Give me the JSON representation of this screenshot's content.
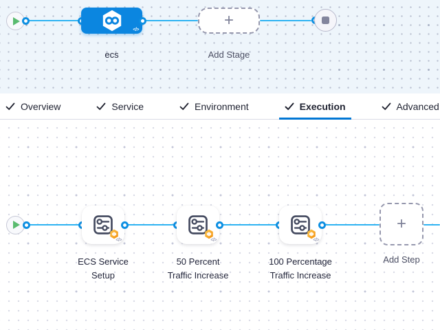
{
  "stage_section": {
    "stage": {
      "name": "ecs"
    },
    "add_stage": {
      "label": "Add Stage"
    }
  },
  "tabs": [
    {
      "label": "Overview",
      "checked": true,
      "active": false
    },
    {
      "label": "Service",
      "checked": true,
      "active": false
    },
    {
      "label": "Environment",
      "checked": true,
      "active": false
    },
    {
      "label": "Execution",
      "checked": true,
      "active": true
    },
    {
      "label": "Advanced",
      "checked": true,
      "active": false
    }
  ],
  "execution_section": {
    "steps": [
      {
        "lines": [
          "ECS Service",
          "Setup"
        ]
      },
      {
        "lines": [
          "50 Percent",
          "Traffic Increase"
        ]
      },
      {
        "lines": [
          "100 Percentage",
          "Traffic Increase"
        ]
      }
    ],
    "add_step": {
      "label": "Add Step"
    }
  },
  "icons": {
    "plus": "+",
    "code": "</>"
  },
  "colors": {
    "edge_blue": "#2db3f2",
    "port_blue": "#0d8fe2",
    "stage_node_blue": "#0b86e0",
    "tab_underline_blue": "#0277d4",
    "play_green": "#5abb6f",
    "badge_orange": "#f5920f",
    "canvas_top_bg": "#eef5fb",
    "canvas_bottom_bg": "#ffffff"
  }
}
